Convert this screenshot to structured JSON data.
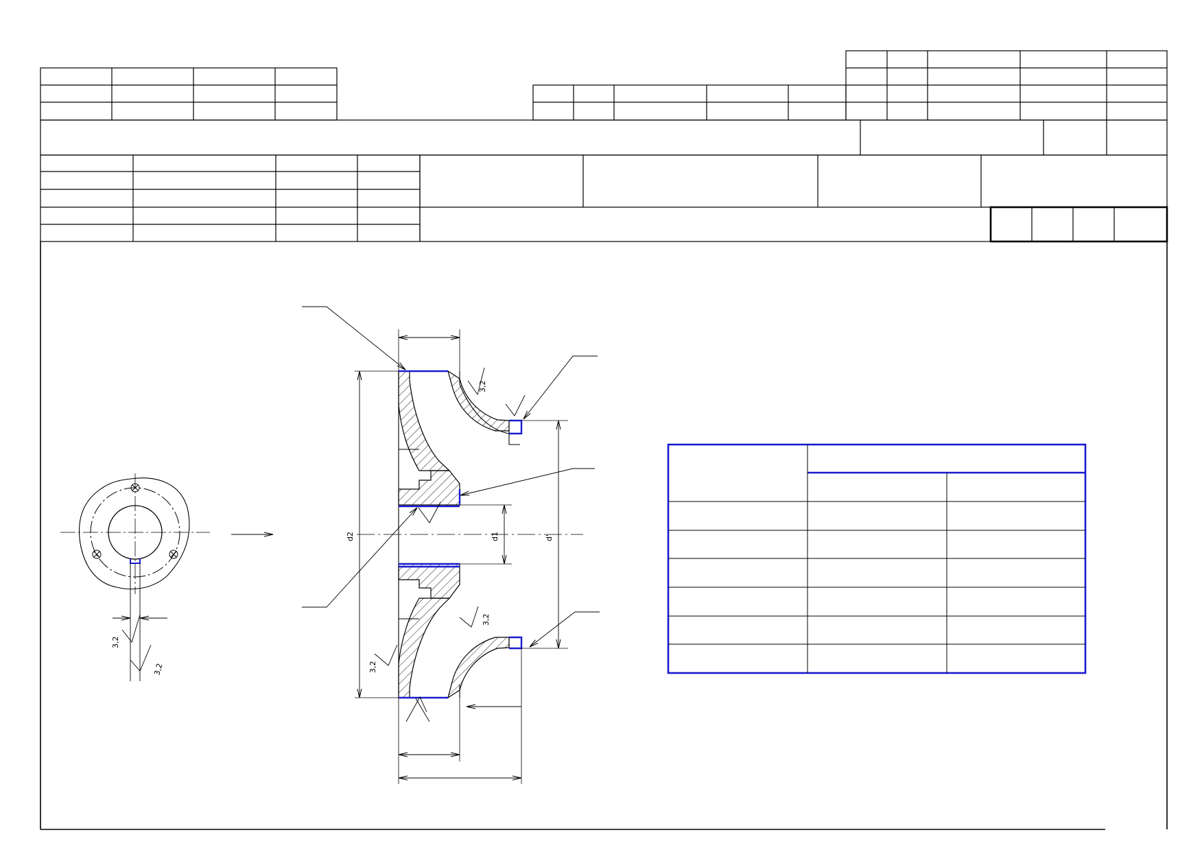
{
  "labels": {
    "d2": "d2",
    "d1": "d1",
    "dprime": "d'",
    "roughness": "3,2"
  },
  "colors": {
    "line": "#000000",
    "accent": "#1a1ad0"
  }
}
